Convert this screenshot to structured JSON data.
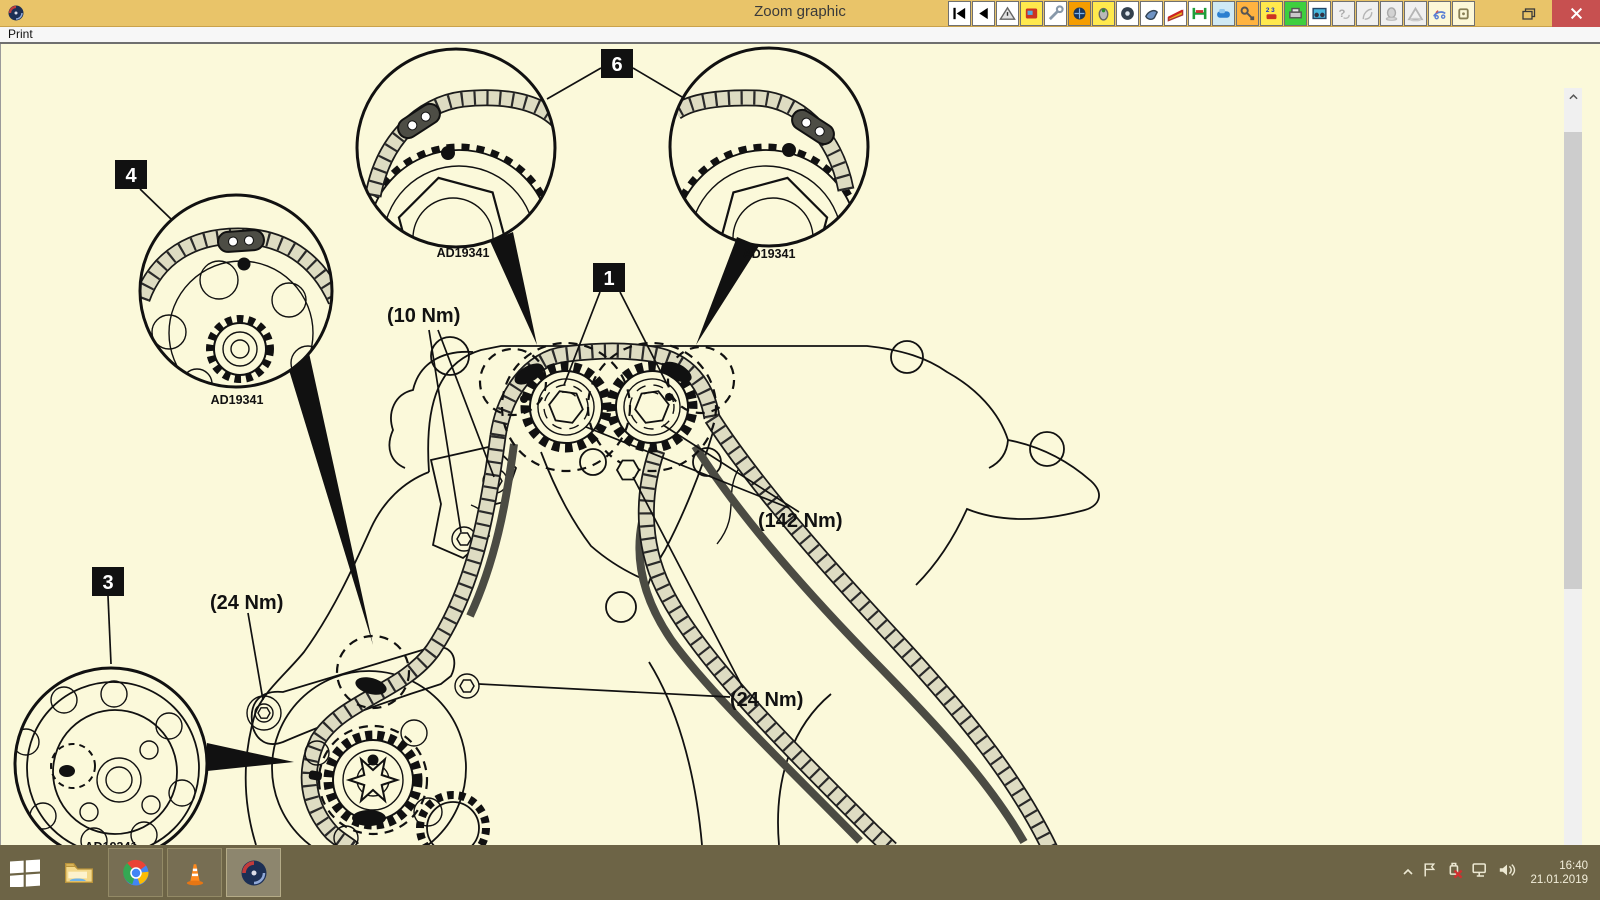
{
  "window": {
    "title": "Zoom graphic",
    "menu_print": "Print"
  },
  "toolbar": {
    "items": [
      {
        "name": "go-first",
        "bg": "#ffffff"
      },
      {
        "name": "go-back",
        "bg": "#ffffff"
      },
      {
        "name": "warning",
        "bg": "#ffffff"
      },
      {
        "name": "diagnostic-connector",
        "bg": "#ffe94d"
      },
      {
        "name": "repair-operations",
        "bg": "#ffffff"
      },
      {
        "name": "service-indicator",
        "bg": "#f59d00"
      },
      {
        "name": "engine-management",
        "bg": "#ffe94d"
      },
      {
        "name": "wheels-tyres",
        "bg": "#ffffff"
      },
      {
        "name": "component-parts",
        "bg": "#ffffff"
      },
      {
        "name": "bodywork-ramp",
        "bg": "#ffffff"
      },
      {
        "name": "vehicle-lift",
        "bg": "#ffffff"
      },
      {
        "name": "air-conditioning",
        "bg": "#cfe9f5"
      },
      {
        "name": "key-transponder",
        "bg": "#ffb340"
      },
      {
        "name": "timing-data",
        "bg": "#ffe94d"
      },
      {
        "name": "print-graphic",
        "bg": "#3ecf3e"
      },
      {
        "name": "video-guide",
        "bg": "#ffffff"
      },
      {
        "name": "help-disabled",
        "bg": "#f0f0f0"
      },
      {
        "name": "procedures-disabled",
        "bg": "#f0f0f0"
      },
      {
        "name": "airbag-disabled",
        "bg": "#f0f0f0"
      },
      {
        "name": "hazard-disabled",
        "bg": "#f0f0f0"
      },
      {
        "name": "wiring-diagram",
        "bg": "#fdf8d8"
      },
      {
        "name": "battery-check",
        "bg": "#fdf8d8"
      }
    ]
  },
  "diagram": {
    "figure_code": "AD19341",
    "callouts": {
      "c1": "1",
      "c3": "3",
      "c4": "4",
      "c6": "6"
    },
    "torque": {
      "cam_cover": "(10 Nm)",
      "cam_sprocket": "(142 Nm)",
      "chain_tensioner": "(24 Nm)",
      "chain_guide": "(24 Nm)"
    }
  },
  "taskbar": {
    "clock": {
      "time": "16:40",
      "date": "21.01.2019"
    }
  },
  "colors": {
    "titlebar_bg": "#e9c469",
    "close_red": "#c75050",
    "content_bg": "#fbf9da",
    "taskbar_bg": "#6d6446",
    "chain_fill": "#dedcc2",
    "guide_dark": "#4b4b43"
  }
}
